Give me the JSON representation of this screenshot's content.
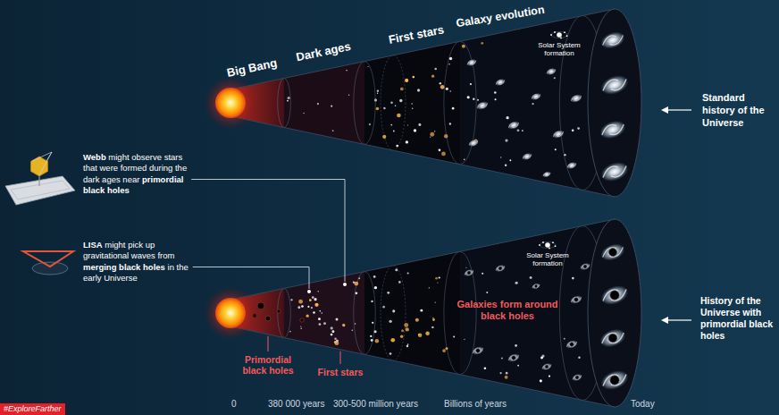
{
  "diagram": {
    "nodes": [
      {
        "text": [
          "#ExploreFarther"
        ]
      }
    ],
    "labels": [
      "Big Bang",
      "Dark ages",
      "First stars",
      "Galaxy evolution",
      "Solar System formation",
      "Standard history of the Universe",
      "Webb",
      "might observe stars that were formed during the dark ages near",
      "primordial black holes",
      "LISA",
      "might pick up gravitational waves from",
      "merging black holes",
      "in the early Universe",
      "Solar System formation",
      "Galaxies form around black holes",
      "Primordial black holes",
      "First stars",
      "History of the Universe with primordial black holes",
      "0",
      "380 000 years",
      "300-500 million years",
      "Billions of years",
      "Today"
    ]
  }
}
